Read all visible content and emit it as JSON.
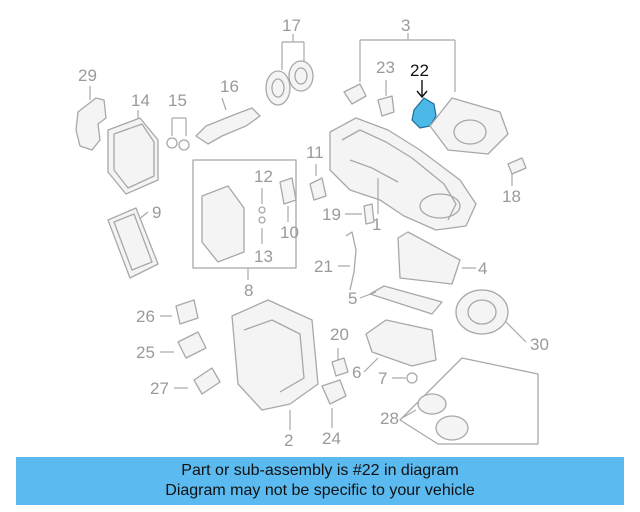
{
  "diagram": {
    "highlighted_part": "22",
    "callouts": [
      "1",
      "2",
      "3",
      "4",
      "5",
      "6",
      "7",
      "8",
      "9",
      "10",
      "11",
      "12",
      "13",
      "14",
      "15",
      "16",
      "17",
      "18",
      "19",
      "20",
      "21",
      "22",
      "23",
      "24",
      "25",
      "26",
      "27",
      "28",
      "29",
      "30"
    ]
  },
  "colors": {
    "highlight_fill": "#4cb8e8",
    "banner_bg": "#5bbaf0",
    "line_gray": "#a8a8a8"
  },
  "banner": {
    "line1": "Part or sub-assembly is #22 in diagram",
    "line2": "Diagram may not be specific to your vehicle"
  }
}
